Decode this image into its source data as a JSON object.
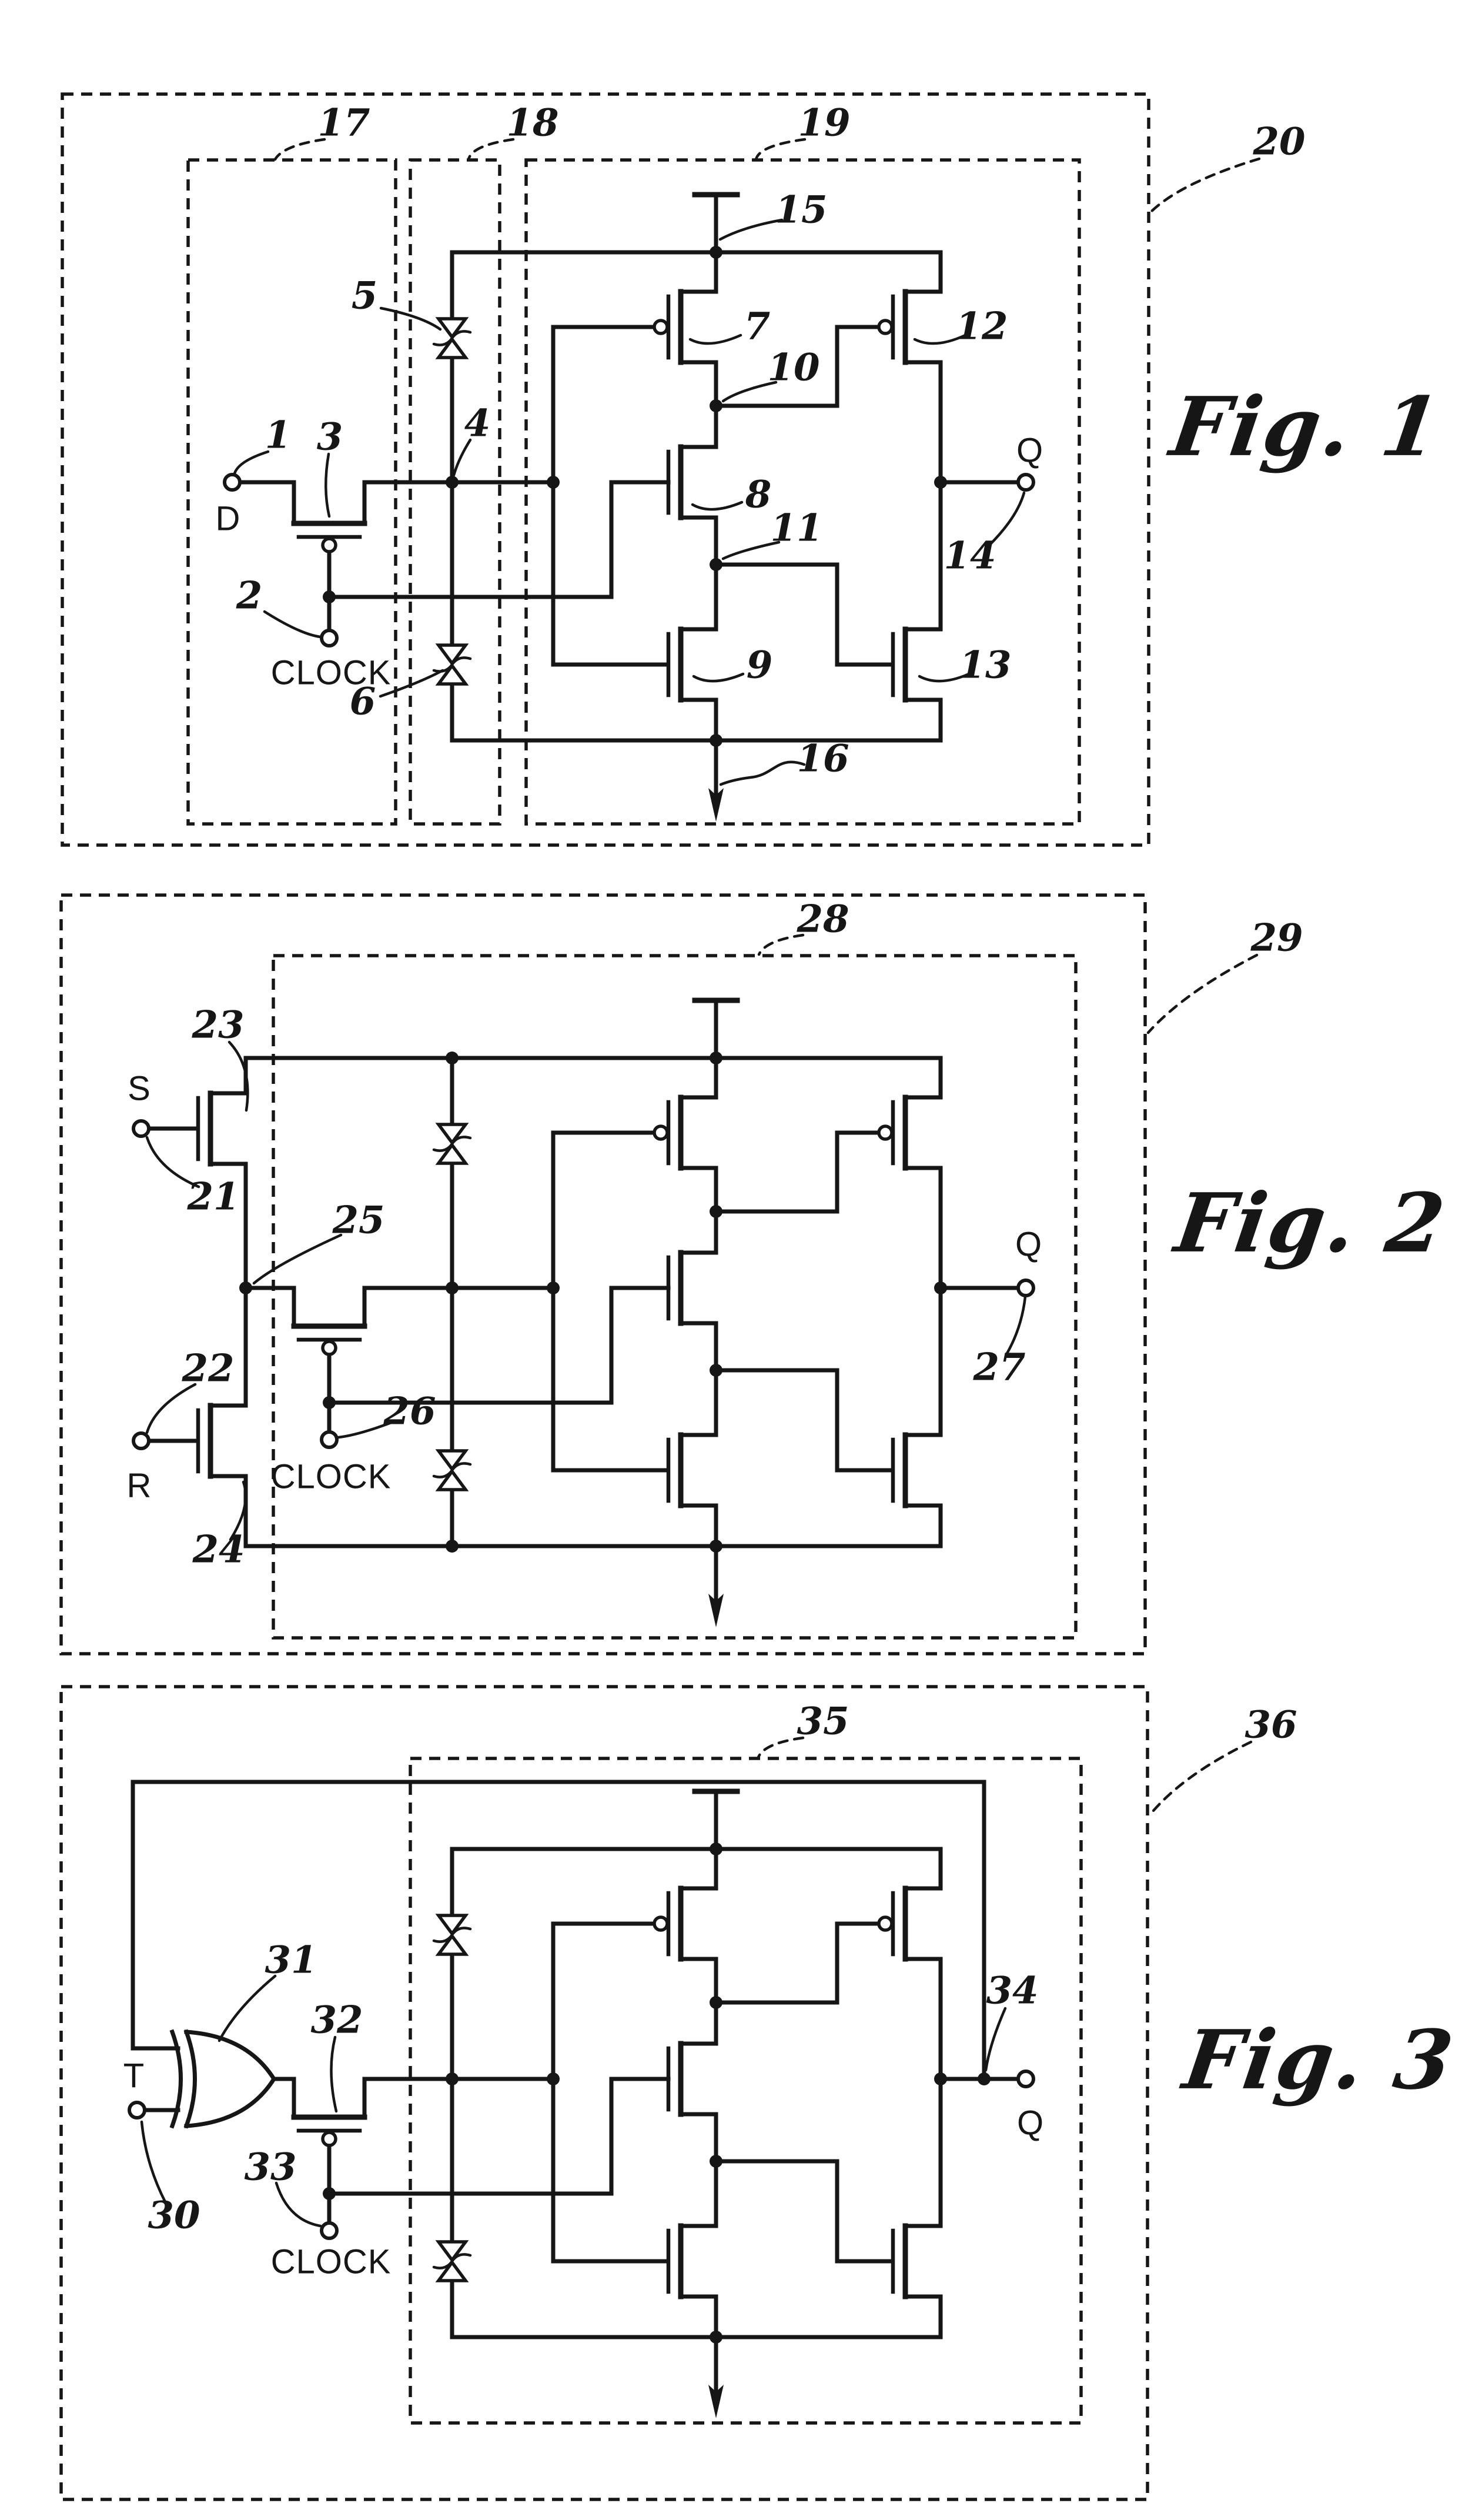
{
  "page": {
    "paper": "#ffffff",
    "ink": "#161616"
  },
  "figures": [
    {
      "caption": "Fig. 1",
      "terminals": {
        "d": "D",
        "clock": "CLOCK",
        "q": "Q"
      },
      "refs": {
        "r1": "1",
        "r2": "2",
        "r3": "3",
        "r4": "4",
        "r5": "5",
        "r6": "6",
        "r7": "7",
        "r8": "8",
        "r9": "9",
        "r10": "10",
        "r11": "11",
        "r12": "12",
        "r13": "13",
        "r14": "14",
        "r15": "15",
        "r16": "16",
        "r17": "17",
        "r18": "18",
        "r19": "19",
        "r20": "20"
      }
    },
    {
      "caption": "Fig. 2",
      "terminals": {
        "s": "S",
        "r": "R",
        "clock": "CLOCK",
        "q": "Q"
      },
      "refs": {
        "r21": "21",
        "r22": "22",
        "r23": "23",
        "r24": "24",
        "r25": "25",
        "r26": "26",
        "r27": "27",
        "r28": "28",
        "r29": "29"
      }
    },
    {
      "caption": "Fig. 3",
      "terminals": {
        "t": "T",
        "clock": "CLOCK",
        "q": "Q"
      },
      "refs": {
        "r30": "30",
        "r31": "31",
        "r32": "32",
        "r33": "33",
        "r34": "34",
        "r35": "35",
        "r36": "36"
      }
    }
  ]
}
